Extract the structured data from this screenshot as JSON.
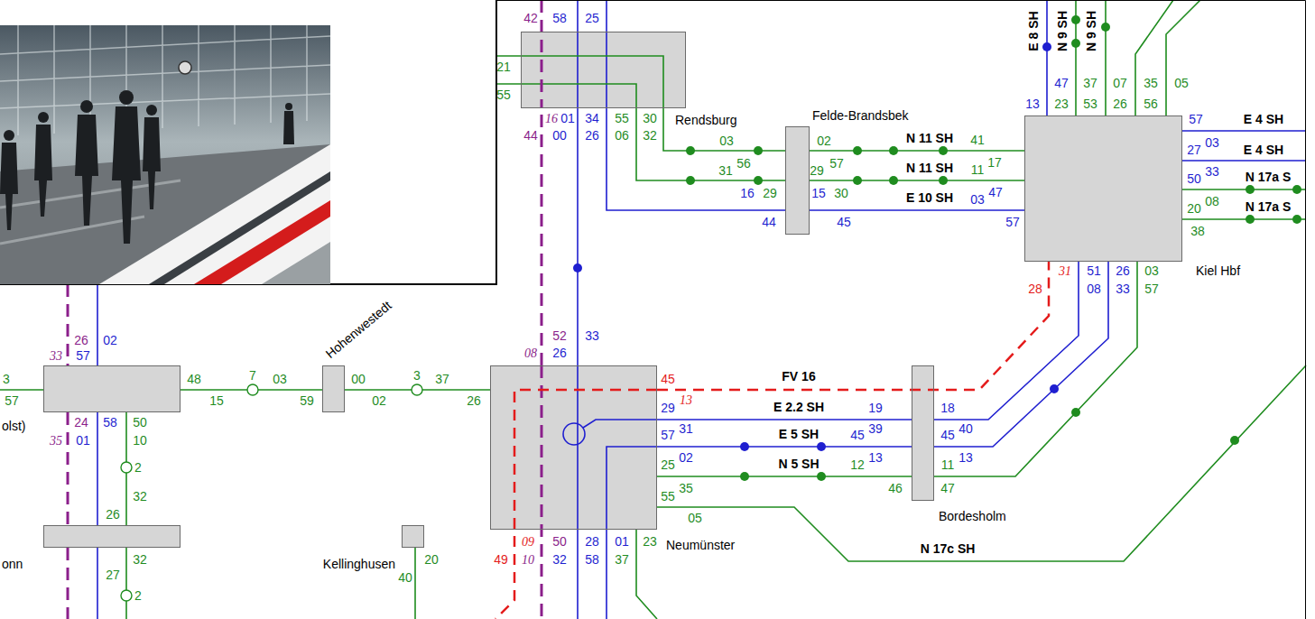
{
  "diagram": {
    "nodes": [
      {
        "text": [
          "Rendsburg"
        ]
      },
      {
        "text": [
          "Felde-Brandsbek"
        ]
      },
      {
        "text": [
          "Kiel Hbf"
        ]
      },
      {
        "text": [
          "olst)"
        ]
      },
      {
        "text": [
          "Hohenwestedt"
        ]
      },
      {
        "text": [
          "Neumünster"
        ]
      },
      {
        "text": [
          "Bordesholm"
        ]
      },
      {
        "text": [
          "onn"
        ]
      },
      {
        "text": [
          "Kellinghusen"
        ]
      }
    ],
    "edges": [
      {
        "from": 0,
        "to": 1,
        "arrow": "none"
      },
      {
        "from": 0,
        "to": 1,
        "arrow": "none"
      },
      {
        "from": 0,
        "to": 1,
        "arrow": "none"
      },
      {
        "from": 1,
        "to": 2,
        "label": "N 11 SH",
        "arrow": "none"
      },
      {
        "from": 1,
        "to": 2,
        "label": "N 11 SH",
        "arrow": "none"
      },
      {
        "from": 1,
        "to": 2,
        "label": "E 10 SH",
        "arrow": "none"
      },
      {
        "from": 5,
        "to": 2,
        "label": "FV 16",
        "arrow": "none"
      },
      {
        "from": 5,
        "to": 6,
        "label": "E 2.2 SH",
        "arrow": "none"
      },
      {
        "from": 5,
        "to": 6,
        "label": "E 5 SH",
        "arrow": "none"
      },
      {
        "from": 5,
        "to": 6,
        "label": "N 5 SH",
        "arrow": "none"
      },
      {
        "from": 6,
        "to": 2,
        "arrow": "none"
      },
      {
        "from": 6,
        "to": 2,
        "arrow": "none"
      },
      {
        "from": 6,
        "to": 2,
        "arrow": "none"
      },
      {
        "from": 3,
        "to": 4,
        "arrow": "none"
      },
      {
        "from": 4,
        "to": 5,
        "arrow": "none"
      },
      {
        "from": 5,
        "to": 0,
        "arrow": "none"
      },
      {
        "from": 5,
        "to": 0,
        "arrow": "none"
      },
      {
        "from": 3,
        "to": 7,
        "arrow": "none"
      },
      {
        "from": 3,
        "to": 7,
        "arrow": "none"
      },
      {
        "from": 3,
        "to": 7,
        "arrow": "none"
      }
    ],
    "labels": [
      "42",
      "58",
      "25",
      "21",
      "55",
      "16",
      "01",
      "34",
      "55",
      "30",
      "44",
      "00",
      "26",
      "06",
      "32",
      "03",
      "31",
      "56",
      "16",
      "29",
      "44",
      "02",
      "29",
      "57",
      "15",
      "30",
      "45",
      "41",
      "11",
      "17",
      "03",
      "47",
      "57",
      "E 8 SH",
      "N 9 SH",
      "N 9 SH",
      "47",
      "37",
      "07",
      "35",
      "05",
      "13",
      "23",
      "53",
      "26",
      "56",
      "57",
      "E 4 SH",
      "27",
      "03",
      "E 4 SH",
      "50",
      "33",
      "N 17a S",
      "20",
      "08",
      "N 17a S",
      "38",
      "31",
      "51",
      "26",
      "03",
      "28",
      "08",
      "33",
      "57",
      "19",
      "18",
      "45",
      "39",
      "45",
      "40",
      "12",
      "13",
      "11",
      "13",
      "46",
      "47",
      "N 17c SH",
      "45",
      "29",
      "13",
      "57",
      "31",
      "25",
      "02",
      "55",
      "35",
      "05",
      "52",
      "33",
      "08",
      "26",
      "09",
      "50",
      "28",
      "01",
      "23",
      "49",
      "10",
      "32",
      "58",
      "37",
      "26",
      "02",
      "33",
      "57",
      "3",
      "57",
      "24",
      "58",
      "50",
      "35",
      "01",
      "10",
      "48",
      "15",
      "7",
      "03",
      "59",
      "00",
      "02",
      "3",
      "37",
      "26",
      "2",
      "32",
      "26",
      "32",
      "27",
      "2",
      "20",
      "40"
    ]
  }
}
